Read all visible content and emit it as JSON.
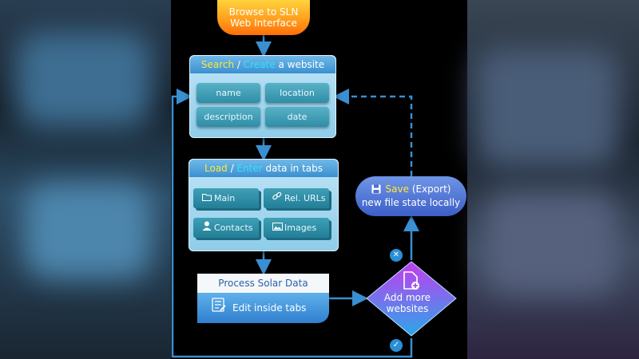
{
  "start": {
    "line1": "Browse to SLN",
    "line2": "Web Interface"
  },
  "search_panel": {
    "title_part1": "Search",
    "title_sep": " / ",
    "title_part2": "Create",
    "title_rest": " a website",
    "fields": [
      "name",
      "location",
      "description",
      "date"
    ]
  },
  "load_panel": {
    "title_part1": "Load",
    "title_sep": " / ",
    "title_part2": "Enter",
    "title_rest": " data in tabs",
    "tabs": [
      {
        "label": "Main",
        "icon": "folder-icon"
      },
      {
        "label": "Rel. URLs",
        "icon": "link-icon"
      },
      {
        "label": "Contacts",
        "icon": "person-icon"
      },
      {
        "label": "Images",
        "icon": "image-icon"
      }
    ]
  },
  "process": {
    "title": "Process Solar Data",
    "action": "Edit inside tabs",
    "icon": "edit-list-icon"
  },
  "decision": {
    "line1": "Add more",
    "line2": "websites",
    "icon": "add-file-icon"
  },
  "save": {
    "part1": "Save",
    "part2": " (Export)",
    "line2": "new file state locally",
    "icon": "floppy-disk-icon"
  },
  "marks": {
    "no": "✕",
    "yes": "✓"
  },
  "colors": {
    "accent_yellow": "#ffe83a",
    "accent_cyan": "#35e0ff",
    "wire": "#3a8fd0",
    "decision_top": "#c43cf0",
    "decision_bottom": "#2aa7e8"
  }
}
